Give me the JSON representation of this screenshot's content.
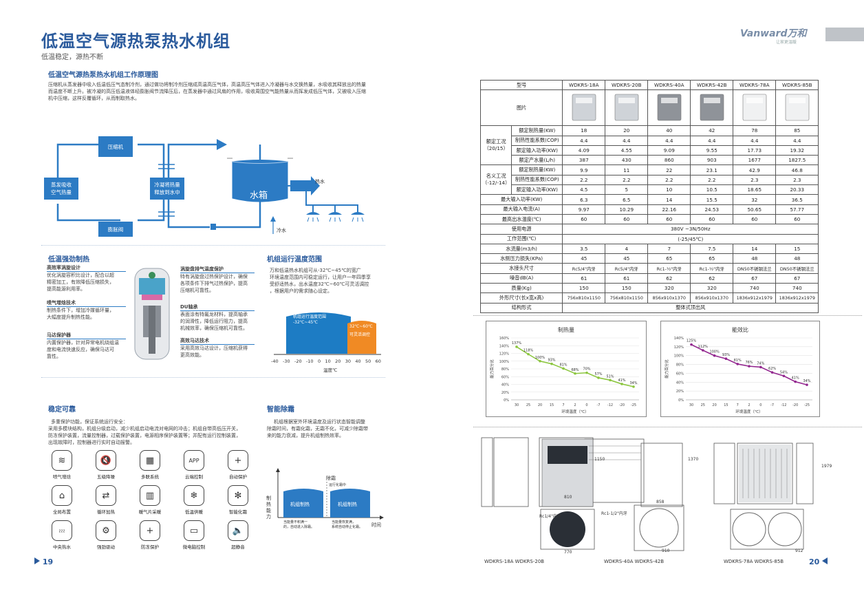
{
  "left": {
    "title": "低温空气源热泵热水机组",
    "subtitle": "低温稳定，源热不断",
    "principle": {
      "heading": "低温空气源热泵热水机组工作原理图",
      "text1": "压缩机从蒸发器中吸入低温低压气态制冷剂，通过做功将制冷剂压缩成高温高压气体，高温高压气体进入冷凝器与水交换热量，水吸收其释放出的热量",
      "text2": "而温度不断上升。被冷凝的高压低温液体经膨胀阀节流降压后，在蒸发器中通过风扇的作用，吸收周围空气能热量从而挥发成低压气体，又被吸入压缩",
      "text3": "机中压缩，这样反覆循环，从而制取热水。",
      "compressor": "压缩机",
      "evaporator_line1": "蒸发吸收",
      "evaporator_line2": "空气热量",
      "condenser_line1": "冷凝将热量",
      "condenser_line2": "释放到水中",
      "expansion": "膨胀阀",
      "tank": "水箱",
      "hot_water": "热水",
      "cold_water": "冷水"
    },
    "heating": {
      "heading": "低温强劲制热",
      "f1_title": "高效率涡旋设计",
      "f1_l1": "优化涡旋容积比设计，配合以超",
      "f1_l2": "精密加工，有效降低压缩损失，",
      "f1_l3": "提高能源利用率。",
      "f2_title": "喷气增焓技术",
      "f2_l1": "制热条件下，增加冷媒循环量，",
      "f2_l2": "大幅度提升制热性能。",
      "f3_title": "马达保护器",
      "f3_l1": "内置保护器，针对异常电机绕组温",
      "f3_l2": "度和电流快速反应，确保马达可",
      "f3_l3": "靠性。",
      "f4_title": "涡旋盘排气温度保护",
      "f4_l1": "特有涡旋盘过热保护设计，确保",
      "f4_l2": "各项条件下排气过热保护，提高",
      "f4_l3": "压缩机可靠性。",
      "f5_title": "DU轴承",
      "f5_l1": "表面涂有特氟龙材料，提高轴承",
      "f5_l2": "的润滑性，降低运行阻力，提高",
      "f5_l3": "机械效率，确保压缩机可靠性。",
      "f6_title": "高效马达技术",
      "f6_l1": "采用高效马达设计，压缩机获得",
      "f6_l2": "更高效能。"
    },
    "temp_range": {
      "heading": "机组运行温度范围",
      "l1": "万和低温热水机组可从-32℃~45℃的宽广",
      "l2": "环境温度范围内可稳定运行，让用户一年四季享",
      "l3": "受舒适热水，出水温度32℃~60℃可灵活调控",
      "l4": "，根据用户的需求随心设定。",
      "band_label": "机组运行温度范围",
      "band_range": "-32℃~45℃",
      "water_range": "32℃~60℃",
      "water_label": "可灵活调控",
      "ticks": [
        "-40",
        "-30",
        "-20",
        "-10",
        "0",
        "10",
        "20",
        "30",
        "40",
        "50",
        "60"
      ],
      "axis_label": "温度℃"
    },
    "reliable": {
      "heading": "稳定可靠",
      "l1": "多重保护功能，保证系统运行安全：",
      "l2": "采用多模块结构，机组分级启动，减少机组启动电流对电网的冲击；机组自带高低压开关，",
      "l3": "防冻保护装置，流量控制器，过载保护装置，电源相序保护装置等；并配有运行控制装置，",
      "l4": "出现故障时，控制器进行实时自动报警。",
      "icons": [
        {
          "name": "jet-icon",
          "glyph": "≋",
          "label": "喷气增焓"
        },
        {
          "name": "mute-icon",
          "glyph": "🔇",
          "label": "五级降噪"
        },
        {
          "name": "system-icon",
          "glyph": "▦",
          "label": "多联系统"
        },
        {
          "name": "app-icon",
          "glyph": "APP",
          "label": "云端控制"
        },
        {
          "name": "shield-icon",
          "glyph": "+",
          "label": "自动保护"
        },
        {
          "name": "building-icon",
          "glyph": "⌂",
          "label": "全局布置"
        },
        {
          "name": "cycle-icon",
          "glyph": "⇄",
          "label": "循环加热"
        },
        {
          "name": "radiator-icon",
          "glyph": "▥",
          "label": "暖气片采暖"
        },
        {
          "name": "snow-icon",
          "glyph": "❄",
          "label": "低温供暖"
        },
        {
          "name": "defrost-icon",
          "glyph": "✻",
          "label": "智能化霜"
        },
        {
          "name": "heat-icon",
          "glyph": "≀≀≀",
          "label": "中央热水"
        },
        {
          "name": "gear-icon",
          "glyph": "⚙",
          "label": "强劲驱动"
        },
        {
          "name": "antifreeze-icon",
          "glyph": "+",
          "label": "防冻保护"
        },
        {
          "name": "monitor-icon",
          "glyph": "▭",
          "label": "微电脑控制"
        },
        {
          "name": "speaker-icon",
          "glyph": "🔈",
          "label": "超静音"
        }
      ]
    },
    "defrost": {
      "heading": "智能除霜",
      "l1": "机组根据室外环境温度及运行状态智能调整",
      "l2": "除霜时间，有霜化霜，无霜不化，可减少除霜带",
      "l3": "来的能力衰减，提升机组制热效率。",
      "y_label": "制热能力",
      "x_label": "时间",
      "defrost_label": "除霜",
      "defrost_note": "运行化霜中",
      "bar1": "机组制热",
      "bar2": "机组制热",
      "note1_l1": "当能量不积满一",
      "note1_l2": "的，自动进入除霜。",
      "note2_l1": "当能量恢复满，",
      "note2_l2": "系统自动停止化霜。"
    },
    "page_number": "19"
  },
  "right": {
    "brand": "Vanward万和",
    "brand_sub": "让家更温暖",
    "table": {
      "model_label": "型号",
      "image_label": "图片",
      "models": [
        "WDKRS-18A",
        "WDKRS-20B",
        "WDKRS-40A",
        "WDKRS-42B",
        "WDKRS-78A",
        "WDKRS-85B"
      ],
      "rated_group": "额定工况\n（20/15）",
      "rated_rows": [
        {
          "label": "额定制热量(KW)",
          "values": [
            "18",
            "20",
            "40",
            "42",
            "78",
            "85"
          ]
        },
        {
          "label": "制热性能系数(COP)",
          "values": [
            "4.4",
            "4.4",
            "4.4",
            "4.4",
            "4.4",
            "4.4"
          ]
        },
        {
          "label": "额定输入功率(KW)",
          "values": [
            "4.09",
            "4.55",
            "9.09",
            "9.55",
            "17.73",
            "19.32"
          ]
        },
        {
          "label": "额定产水量(L/h)",
          "values": [
            "387",
            "430",
            "860",
            "903",
            "1677",
            "1827.5"
          ]
        }
      ],
      "nominal_group": "名义工况\n（-12/-14）",
      "nominal_rows": [
        {
          "label": "额定制热量(KW)",
          "values": [
            "9.9",
            "11",
            "22",
            "23.1",
            "42.9",
            "46.8"
          ]
        },
        {
          "label": "制热性能系数(COP)",
          "values": [
            "2.2",
            "2.2",
            "2.2",
            "2.2",
            "2.3",
            "2.3"
          ]
        },
        {
          "label": "额定输入功率(KW)",
          "values": [
            "4.5",
            "5",
            "10",
            "10.5",
            "18.65",
            "20.33"
          ]
        }
      ],
      "rows": [
        {
          "label": "最大输入功率(KW)",
          "values": [
            "6.3",
            "6.5",
            "14",
            "15.5",
            "32",
            "36.5"
          ]
        },
        {
          "label": "最大输入电流(A)",
          "values": [
            "9.97",
            "10.29",
            "22.16",
            "24.53",
            "50.65",
            "57.77"
          ]
        },
        {
          "label": "最高出水温度(℃)",
          "values": [
            "60",
            "60",
            "60",
            "60",
            "60",
            "60"
          ]
        }
      ],
      "power_label": "使用电源",
      "power_value": "380V ~3N/50Hz",
      "range_label": "工作范围(℃)",
      "range_value": "(-25/45℃)",
      "rows2": [
        {
          "label": "水流量(m3/h)",
          "values": [
            "3.5",
            "4",
            "7",
            "7.5",
            "14",
            "15"
          ]
        },
        {
          "label": "水侧压力损失(KPa)",
          "values": [
            "45",
            "45",
            "65",
            "65",
            "48",
            "48"
          ]
        },
        {
          "label": "水接头尺寸",
          "values": [
            "Rc5/4\"内牙",
            "Rc5/4\"内牙",
            "Rc1-½\"内牙",
            "Rc1-½\"内牙",
            "DN50不锈钢法兰",
            "DN50不锈钢法兰"
          ]
        },
        {
          "label": "噪音dB(A)",
          "values": [
            "61",
            "61",
            "62",
            "62",
            "67",
            "67"
          ]
        },
        {
          "label": "质量(Kg)",
          "values": [
            "150",
            "150",
            "320",
            "320",
            "740",
            "740"
          ]
        },
        {
          "label": "外形尺寸(长x宽x高)",
          "values": [
            "756x810x1150",
            "756x810x1150",
            "856x910x1370",
            "856x910x1370",
            "1836x912x1979",
            "1836x912x1979"
          ]
        }
      ],
      "struct_label": "结构形式",
      "struct_value": "整体式顶出风"
    },
    "chart_data": [
      {
        "type": "line",
        "title": "制热量",
        "xlabel": "环境温度（℃）",
        "ylabel": "能力百分比",
        "categories": [
          "30",
          "25",
          "20",
          "15",
          "7",
          "2",
          "0",
          "-7",
          "-12",
          "-20",
          "-25"
        ],
        "values": [
          137,
          118,
          100,
          93,
          81,
          68,
          70,
          57,
          51,
          41,
          34
        ],
        "labels": [
          "137%",
          "118%",
          "100%",
          "93%",
          "81%",
          "68%",
          "70%",
          "57%",
          "51%",
          "41%",
          "34%"
        ],
        "yticks": [
          "0%",
          "20%",
          "40%",
          "60%",
          "80%",
          "100%",
          "120%",
          "140%",
          "160%"
        ],
        "ylim": [
          0,
          160
        ],
        "color": "#8cc63f"
      },
      {
        "type": "line",
        "title": "能效比",
        "xlabel": "环境温度（℃）",
        "ylabel": "能力百分比",
        "categories": [
          "30",
          "25",
          "20",
          "15",
          "7",
          "2",
          "0",
          "-7",
          "-12",
          "-20",
          "-25"
        ],
        "values": [
          125,
          112,
          100,
          93,
          81,
          76,
          74,
          62,
          54,
          41,
          34
        ],
        "labels": [
          "125%",
          "112%",
          "100%",
          "93%",
          "81%",
          "76%",
          "74%",
          "62%",
          "54%",
          "41%",
          "34%"
        ],
        "yticks": [
          "0%",
          "20%",
          "40%",
          "60%",
          "80%",
          "100%",
          "120%",
          "140%"
        ],
        "ylim": [
          0,
          140
        ],
        "color": "#93278f"
      }
    ],
    "drawings": {
      "label1": "WDKRS-18A  WDKRS-20B",
      "label2": "WDKRS-40A  WDKRS-42B",
      "label3": "WDKRS-78A  WDKRS-85B",
      "dim_770": "770",
      "dim_810": "810",
      "dim_1150": "1150",
      "dim_858": "858",
      "dim_1370": "1370",
      "dim_910": "910",
      "dim_1979": "1979",
      "dim_912": "912",
      "rc1": "Rc1-1/2\"内牙",
      "rc2": "Rc1/4\"内牙"
    },
    "page_number": "20"
  }
}
